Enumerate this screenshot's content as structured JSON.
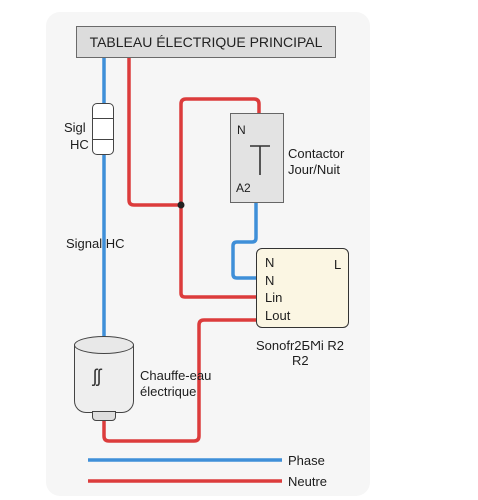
{
  "panel": {
    "title": "TABLEAU ÉLECTRIQUE PRINCIPAL"
  },
  "fuse": {
    "label_line1": "Sigl",
    "label_line2": "HC"
  },
  "signal": {
    "label": "Signal HC"
  },
  "contactor": {
    "terminal_top": "N",
    "terminal_bottom": "A2",
    "label_line1": "Contactor",
    "label_line2": "Jour/Nuit"
  },
  "sonoff": {
    "terminals": [
      "N",
      "N",
      "Lin",
      "Lout"
    ],
    "terminal_l": "L",
    "label_line1": "Sonofr2ƂϺi R2",
    "label_line2": "R2"
  },
  "heater": {
    "label_line1": "Chauffe-eau",
    "label_line2": "électrique",
    "icon": "steam-icon"
  },
  "legend": [
    {
      "label": "Phase",
      "color": "#3f8fd8"
    },
    {
      "label": "Neutre",
      "color": "#dc3c3c"
    }
  ],
  "colors": {
    "blue_wire": "#3f8fd8",
    "red_wire": "#dc3c3c"
  }
}
